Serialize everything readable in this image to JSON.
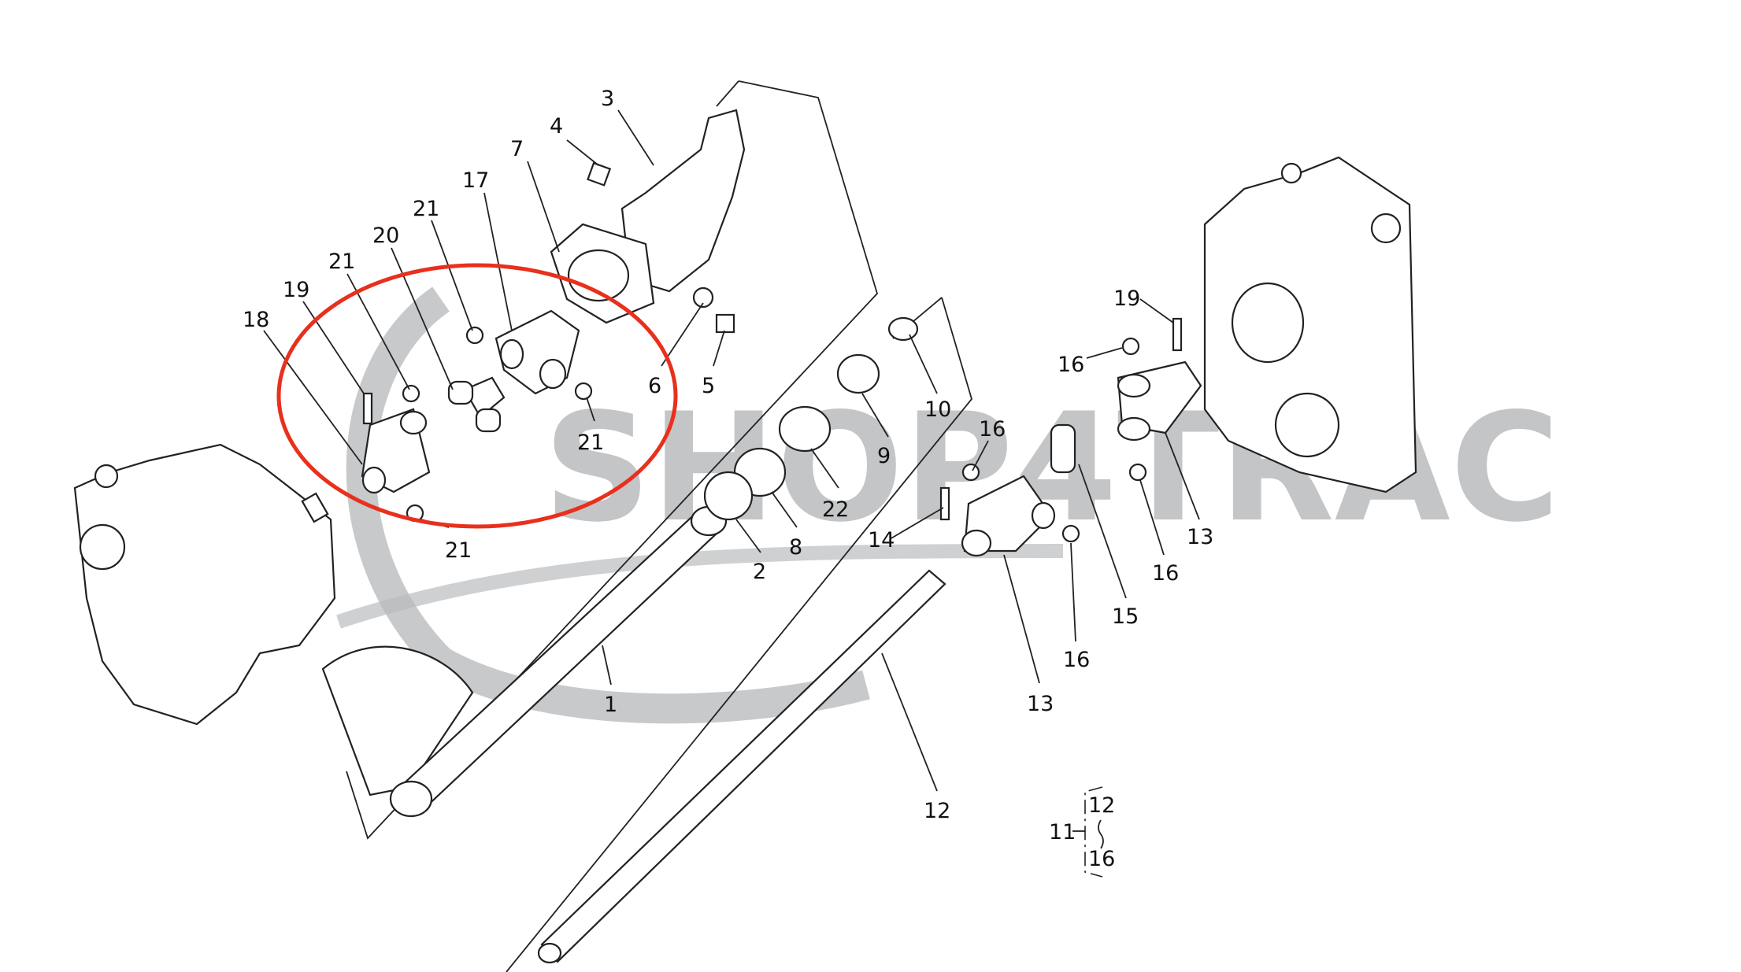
{
  "watermark": {
    "text": "SHOP4TRAC",
    "color": "#b9bcbe"
  },
  "highlight": {
    "shape": "ellipse",
    "color": "#e8301c"
  },
  "callouts": [
    {
      "label": "3"
    },
    {
      "label": "4"
    },
    {
      "label": "7"
    },
    {
      "label": "17"
    },
    {
      "label": "21"
    },
    {
      "label": "20"
    },
    {
      "label": "21"
    },
    {
      "label": "19"
    },
    {
      "label": "18"
    },
    {
      "label": "6"
    },
    {
      "label": "5"
    },
    {
      "label": "21"
    },
    {
      "label": "21"
    },
    {
      "label": "10"
    },
    {
      "label": "9"
    },
    {
      "label": "22"
    },
    {
      "label": "8"
    },
    {
      "label": "2"
    },
    {
      "label": "1"
    },
    {
      "label": "16"
    },
    {
      "label": "14"
    },
    {
      "label": "13"
    },
    {
      "label": "12"
    },
    {
      "label": "16"
    },
    {
      "label": "15"
    },
    {
      "label": "16"
    },
    {
      "label": "13"
    },
    {
      "label": "16"
    },
    {
      "label": "19"
    }
  ],
  "assembly_note": {
    "label": "11",
    "range_from": "12",
    "range_to": "16"
  }
}
